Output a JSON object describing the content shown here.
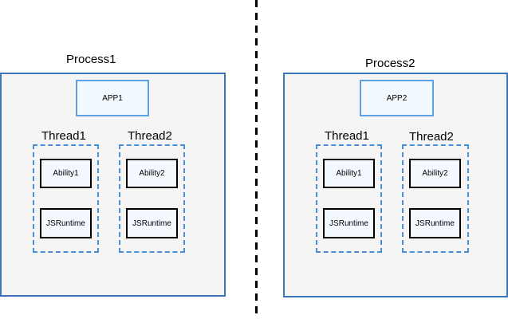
{
  "processes": [
    {
      "title": "Process1",
      "app": "APP1",
      "threads": [
        {
          "title": "Thread1",
          "ability": "Ability1",
          "runtime": "JSRuntime"
        },
        {
          "title": "Thread2",
          "ability": "Ability2",
          "runtime": "JSRuntime"
        }
      ]
    },
    {
      "title": "Process2",
      "app": "APP2",
      "threads": [
        {
          "title": "Thread1",
          "ability": "Ability1",
          "runtime": "JSRuntime"
        },
        {
          "title": "Thread2",
          "ability": "Ability2",
          "runtime": "JSRuntime"
        }
      ]
    }
  ],
  "colors": {
    "process_border": "#3b74b9",
    "app_border": "#5ba1e3",
    "thread_border": "#4a8fda",
    "module_border": "#000000"
  }
}
